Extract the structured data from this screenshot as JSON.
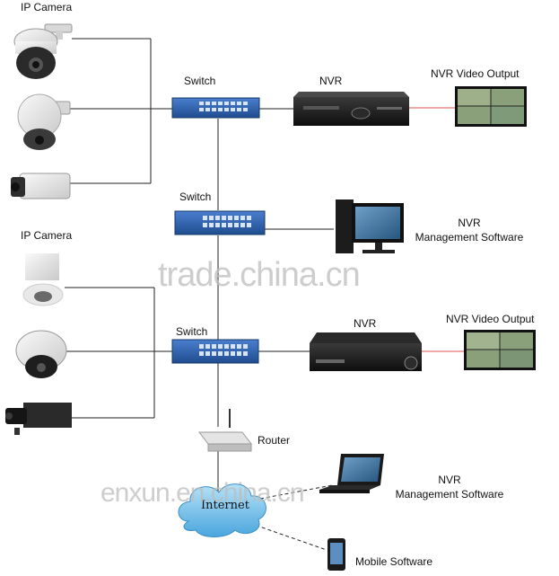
{
  "labels": {
    "ip_camera_top": "IP Camera",
    "ip_camera_mid": "IP Camera",
    "switch_1": "Switch",
    "switch_2": "Switch",
    "switch_3": "Switch",
    "nvr_1": "NVR",
    "nvr_2": "NVR",
    "nvr_video_output_1": "NVR Video Output",
    "nvr_video_output_2": "NVR Video Output",
    "nvr_mgmt_1_line1": "NVR",
    "nvr_mgmt_1_line2": "Management Software",
    "router": "Router",
    "internet": "Internet",
    "nvr_mgmt_2_line1": "NVR",
    "nvr_mgmt_2_line2": "Management Software",
    "mobile_software": "Mobile Software"
  },
  "watermarks": {
    "trade": "trade.china.cn",
    "enxun": "enxun.en.china.cn"
  },
  "colors": {
    "line": "#222222",
    "accent_line": "#e05050",
    "switch_blue": "#2c5fa8",
    "device_black": "#1a1a1a",
    "cloud_blue": "#7ec3ea"
  }
}
